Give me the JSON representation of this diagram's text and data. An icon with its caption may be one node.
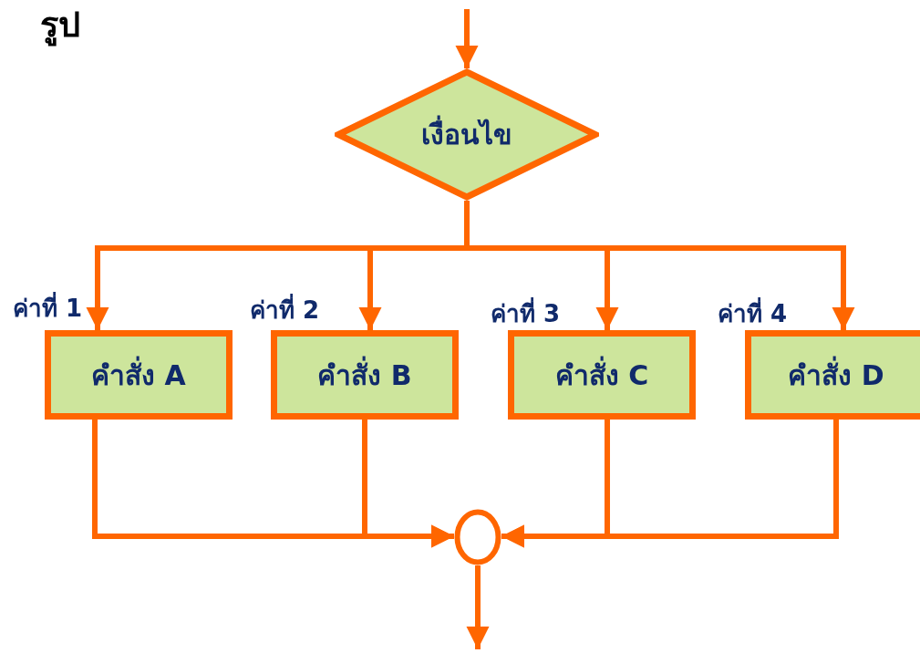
{
  "diagram": {
    "title": "รูป",
    "nodes": [
      {
        "text": [
          "เงื่อนไข"
        ]
      },
      {
        "text": [
          "คำสั่ง A"
        ],
        "beside": [
          "ค่าที่ 1"
        ]
      },
      {
        "text": [
          "คำสั่ง B"
        ],
        "beside": [
          "ค่าที่ 2"
        ]
      },
      {
        "text": [
          "คำสั่ง C"
        ],
        "beside": [
          "ค่าที่ 3"
        ]
      },
      {
        "text": [
          "คำสั่ง D"
        ],
        "beside": [
          "ค่าที่ 4"
        ]
      },
      {
        "text": [],
        "shape": "circle"
      }
    ],
    "edges": [
      {
        "from": null,
        "to": 0,
        "arrow": "to"
      },
      {
        "from": 0,
        "to": 1,
        "arrow": "to"
      },
      {
        "from": 0,
        "to": 2,
        "arrow": "to"
      },
      {
        "from": 0,
        "to": 3,
        "arrow": "to"
      },
      {
        "from": 0,
        "to": 4,
        "arrow": "to"
      },
      {
        "from": 1,
        "to": 5,
        "arrow": "to"
      },
      {
        "from": 2,
        "to": 5,
        "arrow": "to"
      },
      {
        "from": 3,
        "to": 5,
        "arrow": "to"
      },
      {
        "from": 4,
        "to": 5,
        "arrow": "to"
      },
      {
        "from": 5,
        "to": null,
        "arrow": "to"
      }
    ]
  }
}
